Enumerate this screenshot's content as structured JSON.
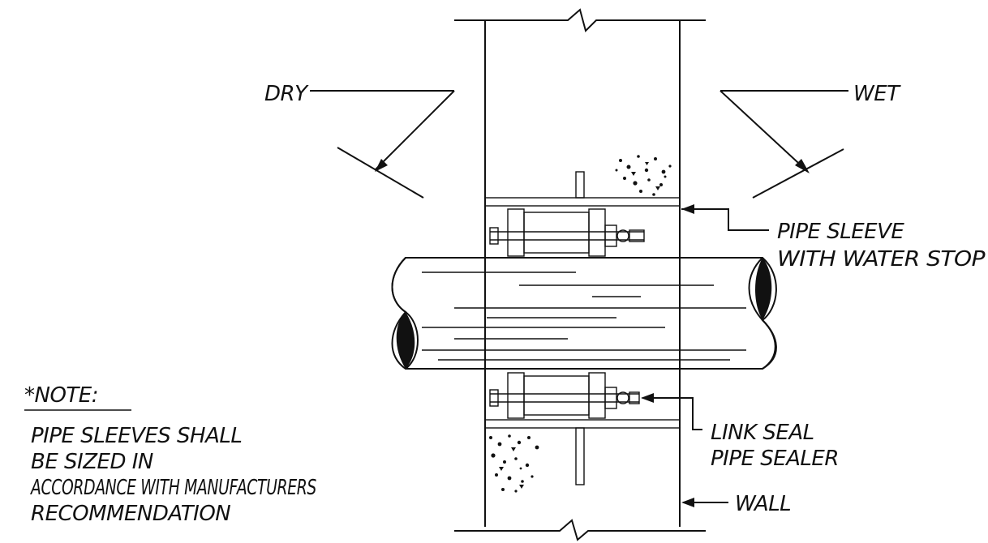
{
  "labels": {
    "dry": "DRY",
    "wet": "WET",
    "pipe_sleeve_line1": "PIPE SLEEVE",
    "pipe_sleeve_line2": "WITH WATER STOP",
    "link_seal_line1": "LINK SEAL",
    "link_seal_line2": "PIPE SEALER",
    "wall": "WALL",
    "note_heading": "*NOTE:",
    "note_line1": "PIPE SLEEVES SHALL",
    "note_line2": "BE SIZED IN",
    "note_line3": "ACCORDANCE WITH MANUFACTURERS",
    "note_line4": "RECOMMENDATION"
  }
}
